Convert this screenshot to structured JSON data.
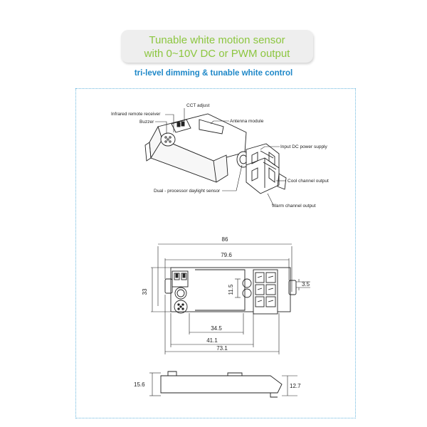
{
  "title": {
    "line1": "Tunable white motion sensor",
    "line2": "with 0~10V DC or PWM output"
  },
  "subtitle": "tri-level dimming & tunable white control",
  "callouts": {
    "cct_adjust": "CCT adjust",
    "infrared_receiver": "Infrared remote receiver",
    "buzzer": "Buzzer",
    "antenna_module": "Antenna module",
    "input_dc_power": "Input DC power supply",
    "cool_channel": "Cool channel output",
    "dual_processor_sensor": "Dual - processor daylight sensor",
    "warm_channel": "Warm channel output"
  },
  "dimensions": {
    "overall_length": "86",
    "mounting_span": "79.6",
    "height": "33",
    "terminal_pitch": "11.5",
    "terminal_offset": "3.5",
    "dim_345": "34.5",
    "dim_411": "41.1",
    "dim_731": "73.1",
    "side_height": "15.6",
    "side_height_right": "12.7"
  },
  "colors": {
    "title_green": "#8cc63f",
    "subtitle_blue": "#1f88c8",
    "frame_blue": "#6ab7de"
  }
}
